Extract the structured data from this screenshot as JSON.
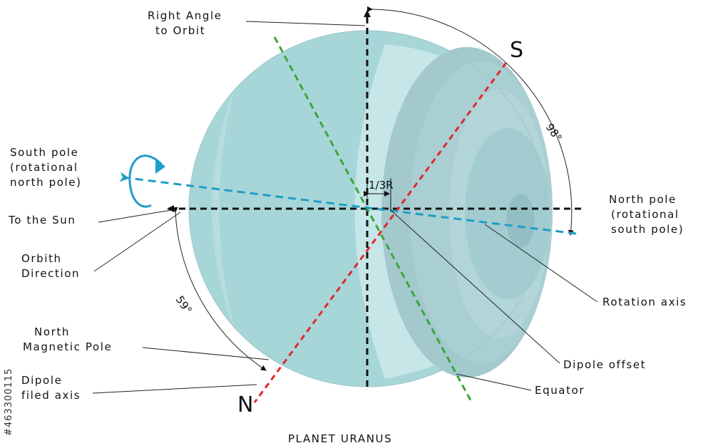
{
  "title": "PLANET URANUS",
  "labels": {
    "right_angle": [
      "Right Angle",
      "to Orbit"
    ],
    "south_pole": [
      "South pole",
      "(rotational",
      "north pole)"
    ],
    "to_sun": "To the Sun",
    "orbit_direction": [
      "Orbith",
      "Direction"
    ],
    "north_magnetic_pole": [
      "North",
      "Magnetic Pole"
    ],
    "dipole_axis": [
      "Dipole",
      "filed axis"
    ],
    "north_pole": [
      "North pole",
      "(rotational",
      "south pole)"
    ],
    "rotation_axis": "Rotation axis",
    "dipole_offset": "Dipole offset",
    "equator": "Equator"
  },
  "poles": {
    "south": "S",
    "north": "N"
  },
  "angles": {
    "tilt": "98°",
    "magnetic": "59°",
    "offset": "1/3R"
  },
  "watermark_id": "#463300115",
  "colors": {
    "planet_base": "#a7d6d8",
    "planet_light": "#c3e5e6",
    "planet_shadow": "#9ec4c8",
    "axis_black": "#111111",
    "rotation_blue": "#1f9ec9",
    "dipole_red": "#e0282e",
    "equator_green": "#3aa63a"
  }
}
